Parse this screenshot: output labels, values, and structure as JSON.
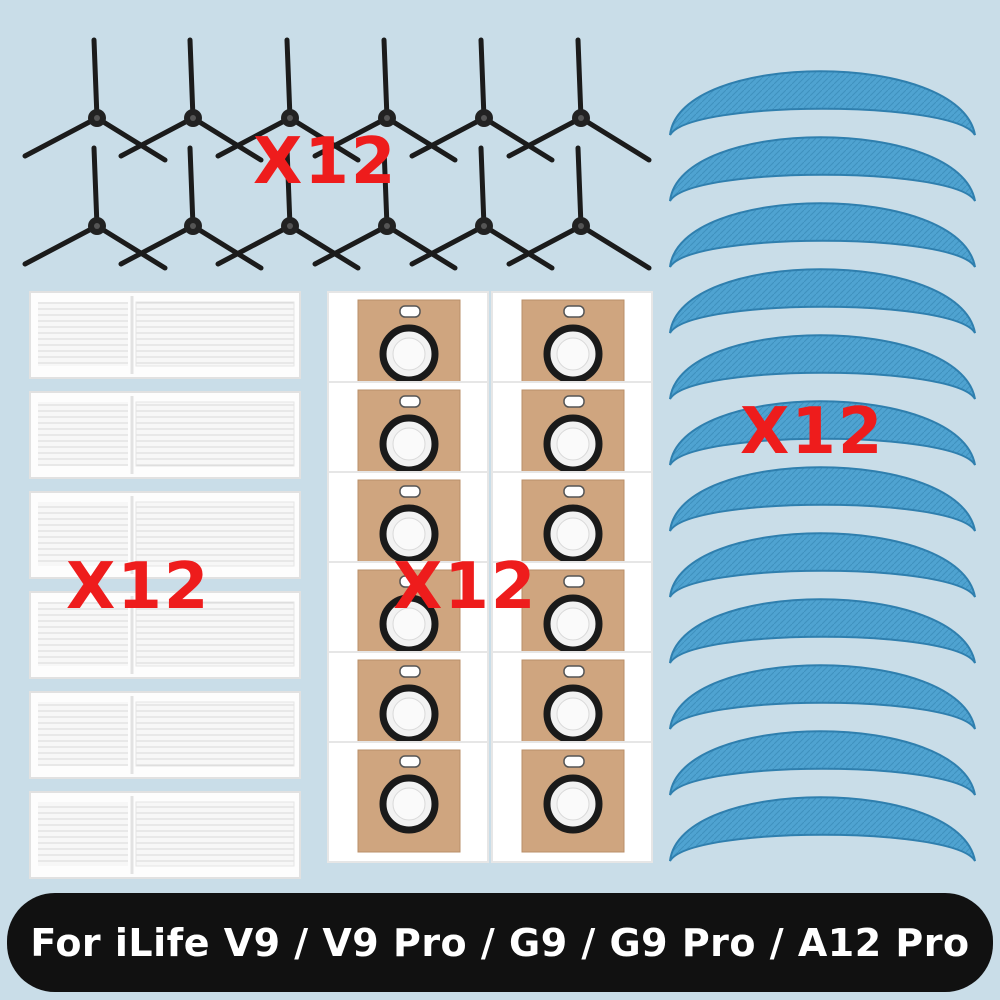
{
  "product_image": {
    "description_icons": [
      "side-brush-icon",
      "hepa-filter-icon",
      "dust-bag-icon",
      "mop-pad-icon"
    ],
    "quantity_labels": {
      "side_brushes": "X12",
      "filters": "X12",
      "dust_bags": "X12",
      "mop_pads": "X12"
    },
    "compatibility_banner": "For iLife V9 / V9 Pro / G9 / G9 Pro / A12 Pro",
    "colors": {
      "background": "#c9dde8",
      "quantity_text": "#ee1c1c",
      "mop_pad": "#4fa3d1",
      "bag_panel": "#cfa57f",
      "banner": "#111111"
    },
    "item_counts": {
      "side_brushes": 12,
      "filters": 6,
      "dust_bags": 12,
      "mop_pads": 12
    }
  }
}
